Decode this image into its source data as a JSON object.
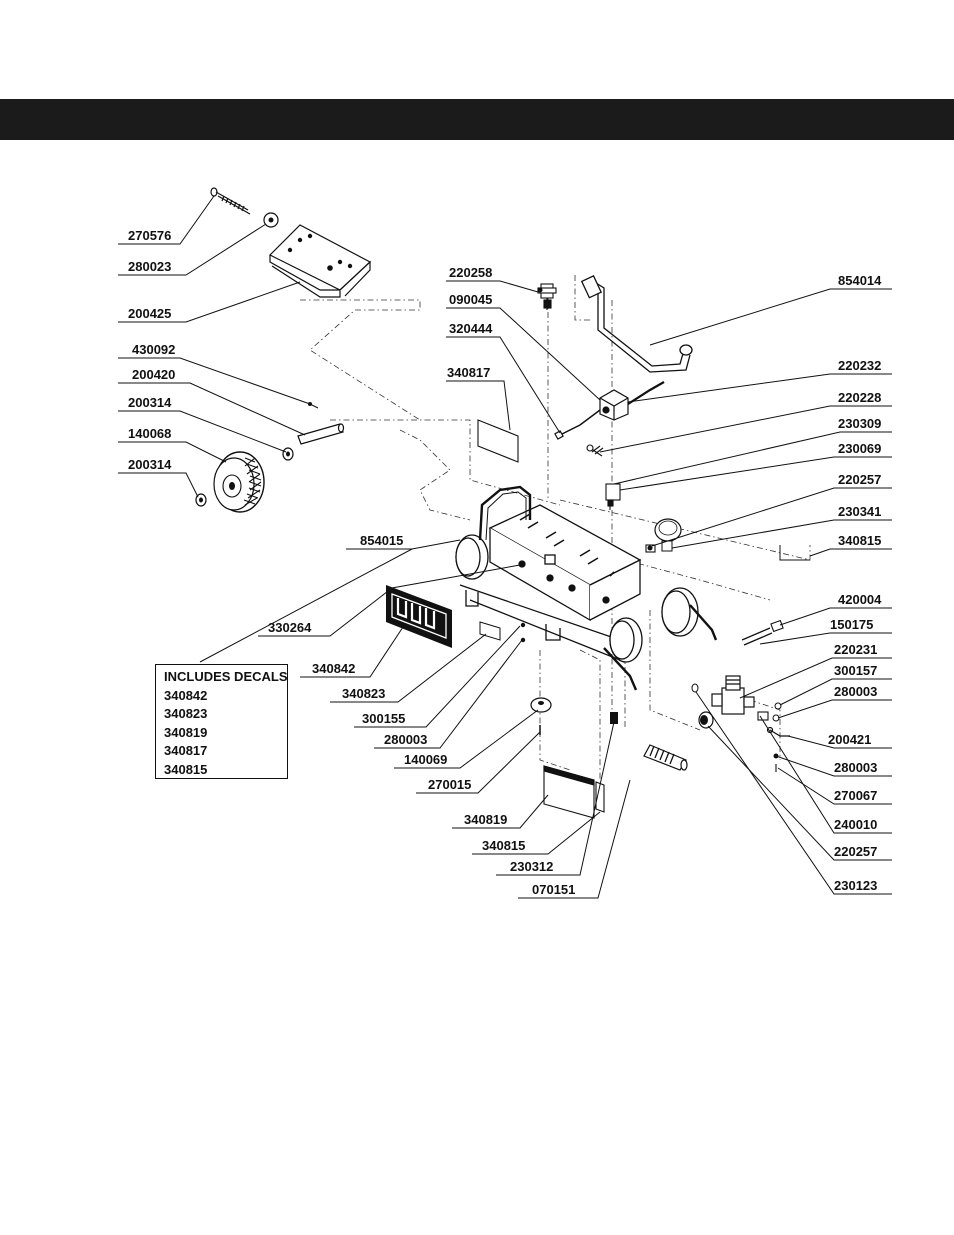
{
  "header": {
    "title": ""
  },
  "decal_box": {
    "title": "INCLUDES DECALS",
    "items": [
      "340842",
      "340823",
      "340819",
      "340817",
      "340815"
    ]
  },
  "callouts": [
    "270576",
    "280023",
    "200425",
    "430092",
    "200420",
    "200314",
    "140068",
    "200314",
    "854015",
    "330264",
    "340842",
    "340823",
    "300155",
    "280003",
    "140069",
    "270015",
    "340819",
    "340815",
    "230312",
    "070151",
    "220258",
    "090045",
    "320444",
    "340817",
    "854014",
    "220232",
    "220228",
    "230309",
    "230069",
    "220257",
    "230341",
    "340815",
    "420004",
    "150175",
    "220231",
    "300157",
    "280003",
    "200421",
    "280003",
    "270067",
    "240010",
    "220257",
    "230123"
  ]
}
